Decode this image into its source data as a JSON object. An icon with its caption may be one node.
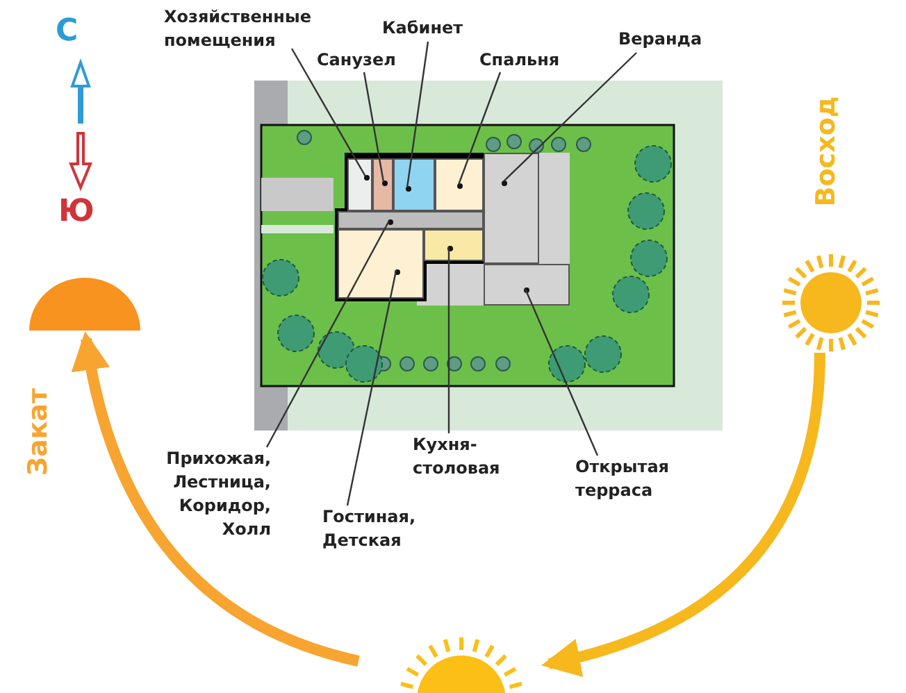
{
  "diagram": {
    "nodes": [
      {
        "text": [
          "Хозяйственные помещения"
        ]
      },
      {
        "text": [
          "Санузел"
        ]
      },
      {
        "text": [
          "Кабинет"
        ]
      },
      {
        "text": [
          "Спальня"
        ]
      },
      {
        "text": [
          "Веранда"
        ]
      },
      {
        "text": [
          "Прихожая, Лестница, Коридор, Холл"
        ]
      },
      {
        "text": [
          "Гостиная, Детская"
        ]
      },
      {
        "text": [
          "Кухня-столовая"
        ]
      },
      {
        "text": [
          "Открытая терраса"
        ]
      },
      {
        "text": [],
        "shape": "box"
      },
      {
        "text": [],
        "shape": "box"
      },
      {
        "text": [],
        "shape": "box"
      },
      {
        "text": [],
        "shape": "box"
      },
      {
        "text": [],
        "shape": "box"
      },
      {
        "text": [],
        "shape": "box"
      },
      {
        "text": [],
        "shape": "box"
      },
      {
        "text": [],
        "shape": "box"
      },
      {
        "text": [],
        "shape": "box"
      },
      {
        "text": [],
        "shape": "semicircle",
        "beside": [
          "Закат"
        ]
      },
      {
        "text": [],
        "shape": "picture",
        "beside": [
          "Восход"
        ]
      },
      {
        "text": [],
        "shape": "picture"
      }
    ],
    "edges": [
      {
        "from": 0,
        "to": 9,
        "arrow": "none"
      },
      {
        "from": 1,
        "to": 10,
        "arrow": "none"
      },
      {
        "from": 2,
        "to": 11,
        "arrow": "none"
      },
      {
        "from": 3,
        "to": 12,
        "arrow": "none"
      },
      {
        "from": 4,
        "to": 13,
        "arrow": "none"
      },
      {
        "from": 5,
        "to": 14,
        "arrow": "none"
      },
      {
        "from": 6,
        "to": 15,
        "arrow": "none"
      },
      {
        "from": 7,
        "to": 16,
        "arrow": "none"
      },
      {
        "from": 8,
        "to": 17,
        "arrow": "none"
      },
      {
        "from": 20,
        "to": 18,
        "arrow": "to",
        "style": "thick",
        "color": "#f7a530"
      },
      {
        "from": 19,
        "to": 20,
        "arrow": "to",
        "style": "thick",
        "color": "#f7b81e"
      }
    ],
    "labels": [
      "С",
      "Ю"
    ]
  }
}
